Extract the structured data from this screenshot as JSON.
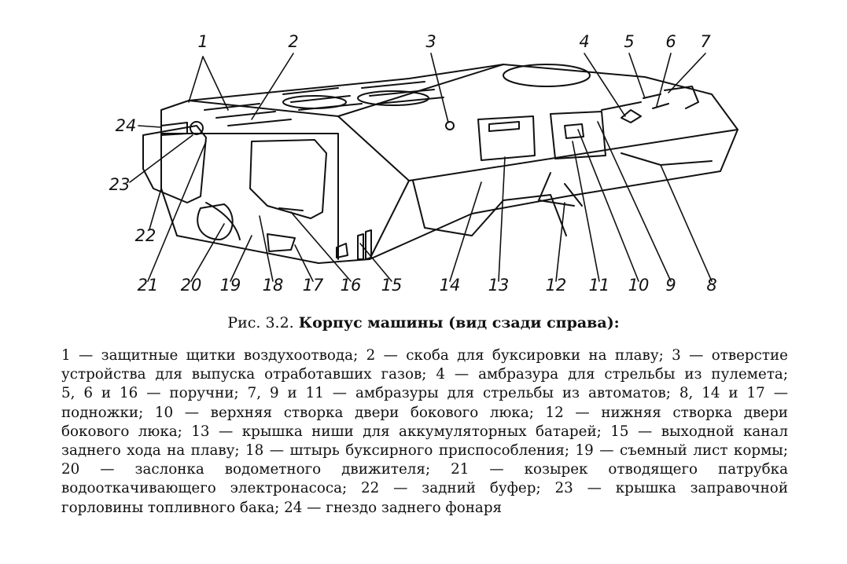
{
  "figure": {
    "callouts": [
      "1",
      "2",
      "3",
      "4",
      "5",
      "6",
      "7",
      "24",
      "23",
      "22",
      "21",
      "20",
      "19",
      "18",
      "17",
      "16",
      "15",
      "14",
      "13",
      "12",
      "11",
      "10",
      "9",
      "8"
    ]
  },
  "caption": {
    "prefix": "Рис. 3.2.",
    "title": "Корпус машины (вид сзади справа):"
  },
  "legend_lines": [
    "1 — защитные щитки воздухоотвода; 2 — скоба для буксировки на плаву; 3 — отверстие",
    "устройства для выпуска отработавших газов; 4 — амбразура для стрельбы из пулемета;",
    "5, 6 и 16 — поручни; 7, 9 и 11 — амбразуры для стрельбы из автоматов; 8, 14 и 17 —",
    "подножки; 10 — верхняя створка двери бокового люка; 12 — нижняя створка двери",
    "бокового люка; 13 — крышка ниши для аккумуляторных батарей; 15 — выходной канал",
    "заднего хода на плаву; 18 — штырь буксирного приспособления; 19 — съемный лист кормы;",
    "20 — заслонка водометного движителя; 21 — козырек отводящего патрубка",
    "водооткачивающего электронасоса; 22 — задний буфер; 23 — крышка заправочной",
    "горловины топливного бака; 24 — гнездо заднего фонаря"
  ]
}
